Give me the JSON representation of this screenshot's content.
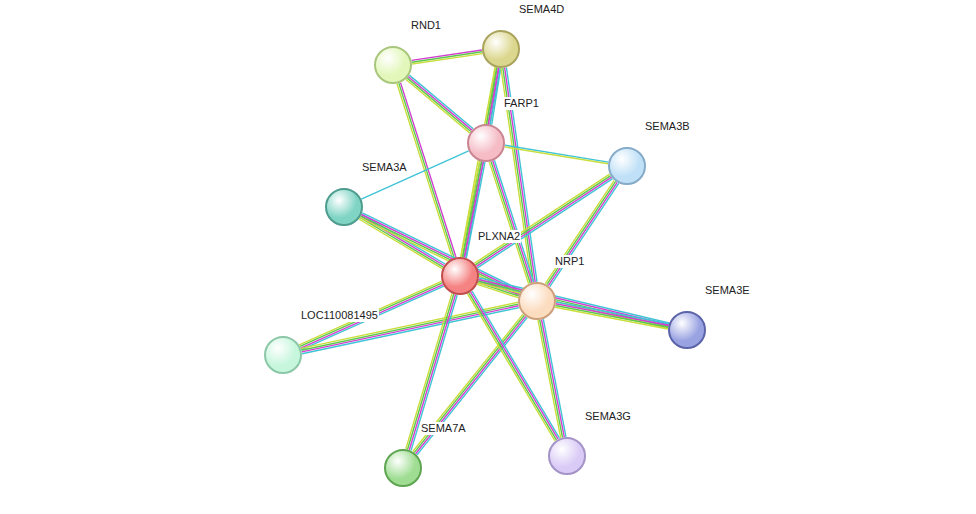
{
  "diagram": {
    "nodes": [
      {
        "text": [
          "RND1"
        ]
      },
      {
        "text": [
          "SEMA4D"
        ]
      },
      {
        "text": [
          "FARP1"
        ]
      },
      {
        "text": [
          "SEMA3B"
        ]
      },
      {
        "text": [
          "SEMA3A"
        ]
      },
      {
        "text": [
          "PLXNA2"
        ]
      },
      {
        "text": [
          "NRP1"
        ]
      },
      {
        "text": [
          "SEMA3E"
        ]
      },
      {
        "text": [
          "LOC110081495"
        ]
      },
      {
        "text": [
          "SEMA7A"
        ]
      },
      {
        "text": [
          "SEMA3G"
        ]
      }
    ],
    "edges": [
      {
        "from": 0,
        "to": 1,
        "arrow": "none"
      },
      {
        "from": 0,
        "to": 2,
        "arrow": "none"
      },
      {
        "from": 0,
        "to": 5,
        "arrow": "none"
      },
      {
        "from": 1,
        "to": 2,
        "arrow": "none"
      },
      {
        "from": 1,
        "to": 5,
        "arrow": "none"
      },
      {
        "from": 1,
        "to": 6,
        "arrow": "none"
      },
      {
        "from": 2,
        "to": 3,
        "arrow": "none"
      },
      {
        "from": 2,
        "to": 4,
        "arrow": "none"
      },
      {
        "from": 2,
        "to": 5,
        "arrow": "none"
      },
      {
        "from": 2,
        "to": 6,
        "arrow": "none"
      },
      {
        "from": 3,
        "to": 5,
        "arrow": "none"
      },
      {
        "from": 3,
        "to": 6,
        "arrow": "none"
      },
      {
        "from": 4,
        "to": 5,
        "arrow": "none"
      },
      {
        "from": 4,
        "to": 6,
        "arrow": "none"
      },
      {
        "from": 5,
        "to": 6,
        "arrow": "none"
      },
      {
        "from": 5,
        "to": 7,
        "arrow": "none"
      },
      {
        "from": 6,
        "to": 7,
        "arrow": "none"
      },
      {
        "from": 5,
        "to": 8,
        "arrow": "none"
      },
      {
        "from": 6,
        "to": 8,
        "arrow": "none"
      },
      {
        "from": 5,
        "to": 9,
        "arrow": "none"
      },
      {
        "from": 6,
        "to": 9,
        "arrow": "none"
      },
      {
        "from": 5,
        "to": 10,
        "arrow": "none"
      },
      {
        "from": 6,
        "to": 10,
        "arrow": "none"
      }
    ]
  }
}
